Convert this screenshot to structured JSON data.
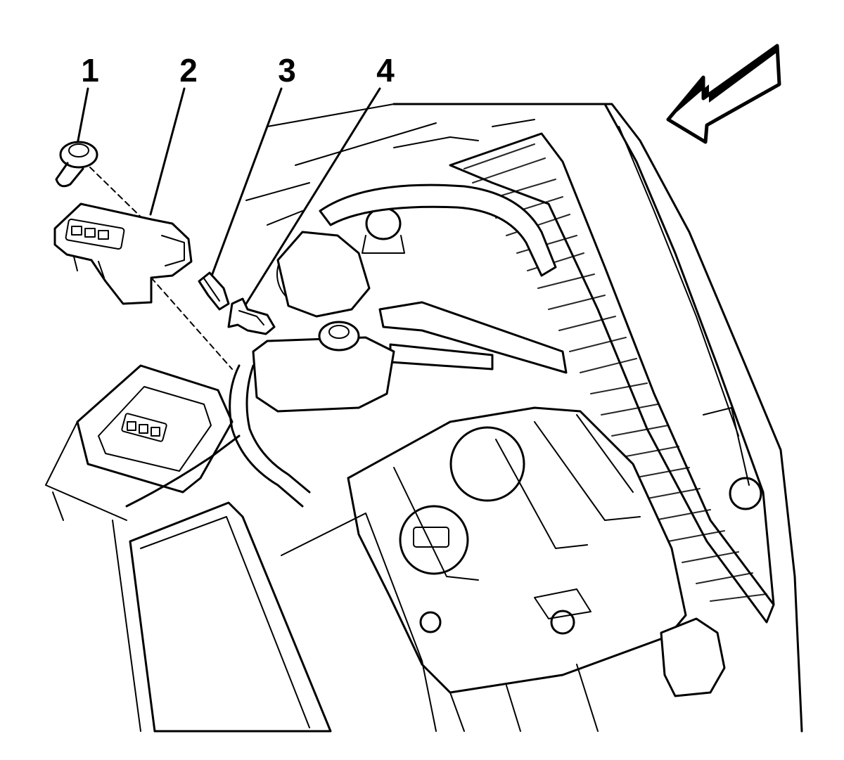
{
  "callouts": [
    {
      "id": 1,
      "label": "1",
      "part": "fastener"
    },
    {
      "id": 2,
      "label": "2",
      "part": "module-bracket"
    },
    {
      "id": 3,
      "label": "3",
      "part": "electrical-connector"
    },
    {
      "id": 4,
      "label": "4",
      "part": "retainer-clip"
    }
  ],
  "direction_arrow": {
    "icon": "front-of-vehicle-arrow-icon"
  },
  "colors": {
    "ink": "#000000",
    "paper": "#ffffff"
  }
}
